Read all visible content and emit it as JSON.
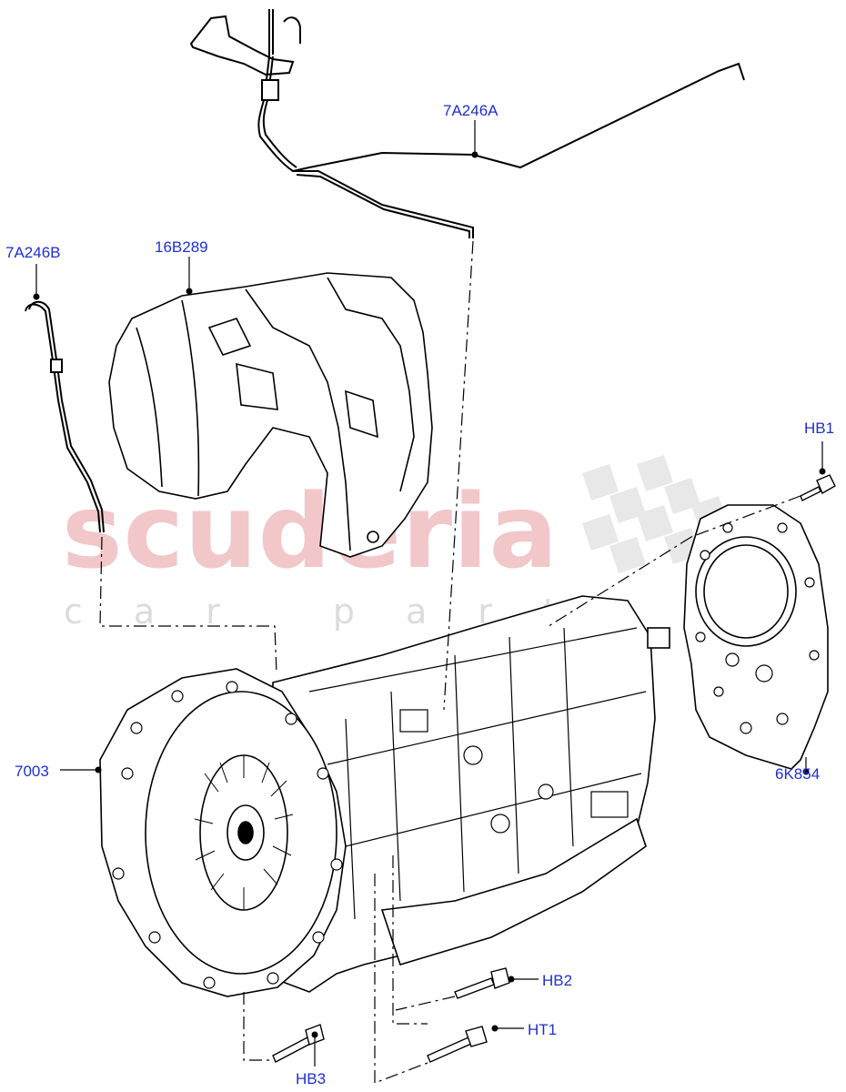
{
  "watermark": {
    "main": "scuderia",
    "sub": "car parts"
  },
  "callouts": {
    "c1": "7A246A",
    "c2": "7A246B",
    "c3": "16B289",
    "c4": "HB1",
    "c5": "7003",
    "c6": "6K854",
    "c7": "HB2",
    "c8": "HT1",
    "c9": "HB3"
  },
  "colors": {
    "callout": "#1f2fd6",
    "line": "#000000",
    "watermark": "#f2c7c9"
  }
}
